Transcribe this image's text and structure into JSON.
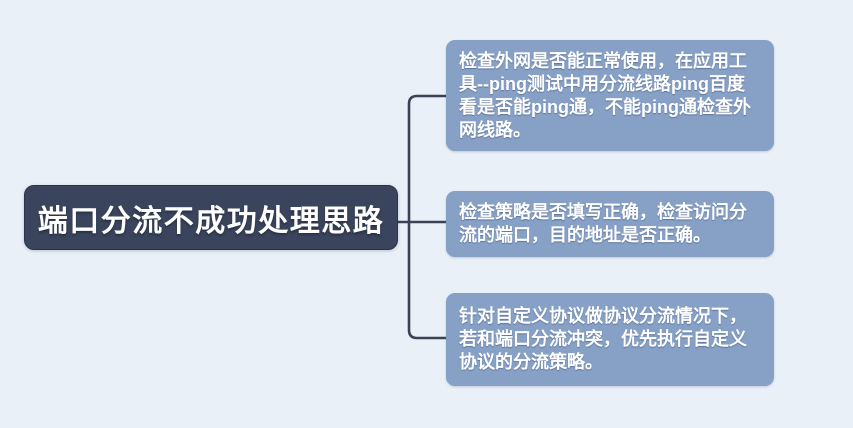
{
  "mindmap": {
    "root": {
      "label": "端口分流不成功处理思路"
    },
    "branches": [
      {
        "text": "检查外网是否能正常使用，在应用工\n具--ping测试中用分流线路ping百度\n看是否能ping通，不能ping通检查外\n网线路。"
      },
      {
        "text": "检查策略是否填写正确，检查访问分\n流的端口，目的地址是否正确。"
      },
      {
        "text": "针对自定义协议做协议分流情况下，\n若和端口分流冲突，优先执行自定义\n协议的分流策略。"
      }
    ]
  },
  "colors": {
    "background": "#eaf0f8",
    "root_node_fill": "#3a445c",
    "branch_node_fill": "#86a0c6",
    "connector": "#3a4356",
    "text": "#ffffff"
  }
}
